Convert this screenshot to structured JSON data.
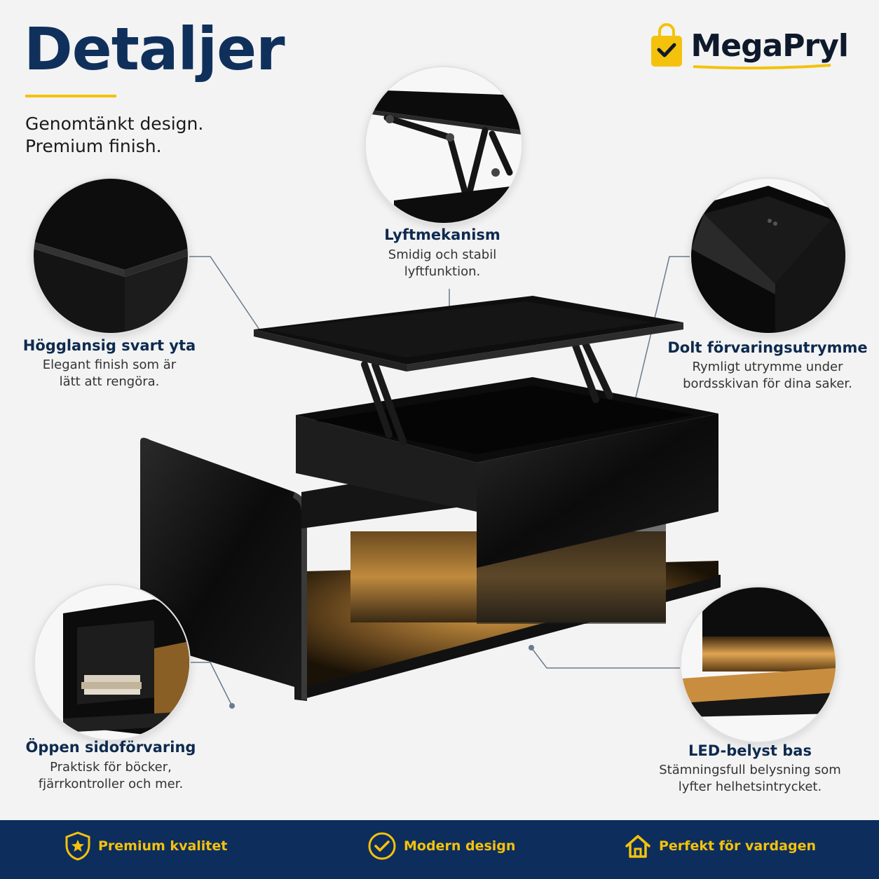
{
  "header": {
    "title": "Detaljer",
    "tagline_line1": "Genomtänkt design.",
    "tagline_line2": "Premium finish."
  },
  "brand": {
    "name": "MegaPryl",
    "icon": "shopping-bag-check-icon",
    "accent_color": "#f4c20d",
    "navy_color": "#0d2e5c"
  },
  "features": {
    "lift": {
      "title": "Lyftmekanism",
      "desc_line1": "Smidig och stabil",
      "desc_line2": "lyftfunktion."
    },
    "gloss": {
      "title": "Högglansig svart yta",
      "desc_line1": "Elegant finish som är",
      "desc_line2": "lätt att rengöra."
    },
    "storage": {
      "title": "Dolt förvaringsutrymme",
      "desc_line1": "Rymligt utrymme under",
      "desc_line2": "bordsskivan för dina saker."
    },
    "side": {
      "title": "Öppen sidoförvaring",
      "desc_line1": "Praktisk för böcker,",
      "desc_line2": "fjärrkontroller och mer."
    },
    "led": {
      "title": "LED-belyst bas",
      "desc_line1": "Stämningsfull belysning som",
      "desc_line2": "lyfter helhetsintrycket."
    }
  },
  "footer": {
    "items": [
      {
        "label": "Premium kvalitet",
        "icon": "shield-star-icon"
      },
      {
        "label": "Modern design",
        "icon": "check-circle-icon"
      },
      {
        "label": "Perfekt för vardagen",
        "icon": "home-icon"
      }
    ]
  }
}
